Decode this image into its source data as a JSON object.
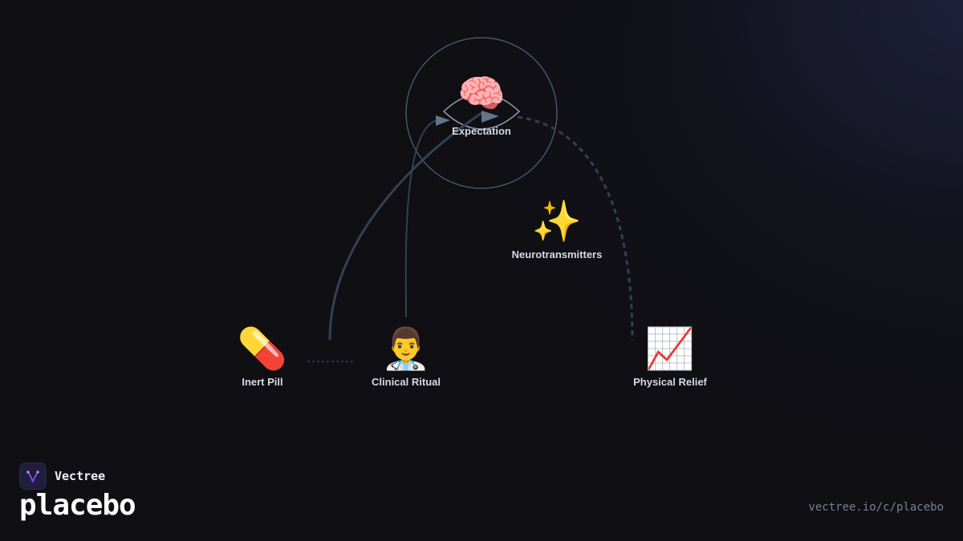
{
  "diagram": {
    "nodes": {
      "expectation": {
        "icon": "brain-icon",
        "emoji": "🧠",
        "label": "Expectation"
      },
      "neurotransmitters": {
        "icon": "sparkles-icon",
        "emoji": "✨",
        "label": "Neurotransmitters"
      },
      "inert_pill": {
        "icon": "pill-icon",
        "emoji": "💊",
        "label": "Inert Pill"
      },
      "clinical_ritual": {
        "icon": "doctor-icon",
        "emoji": "👨‍⚕️",
        "label": "Clinical Ritual"
      },
      "physical_relief": {
        "icon": "chart-increasing-icon",
        "emoji": "📈",
        "label": "Physical Relief"
      }
    },
    "colors": {
      "edge": "#334155",
      "ring": "#4b5568",
      "arrow": "#64748b"
    }
  },
  "footer": {
    "brand": "Vectree",
    "topic": "placebo",
    "url": "vectree.io/c/placebo"
  }
}
